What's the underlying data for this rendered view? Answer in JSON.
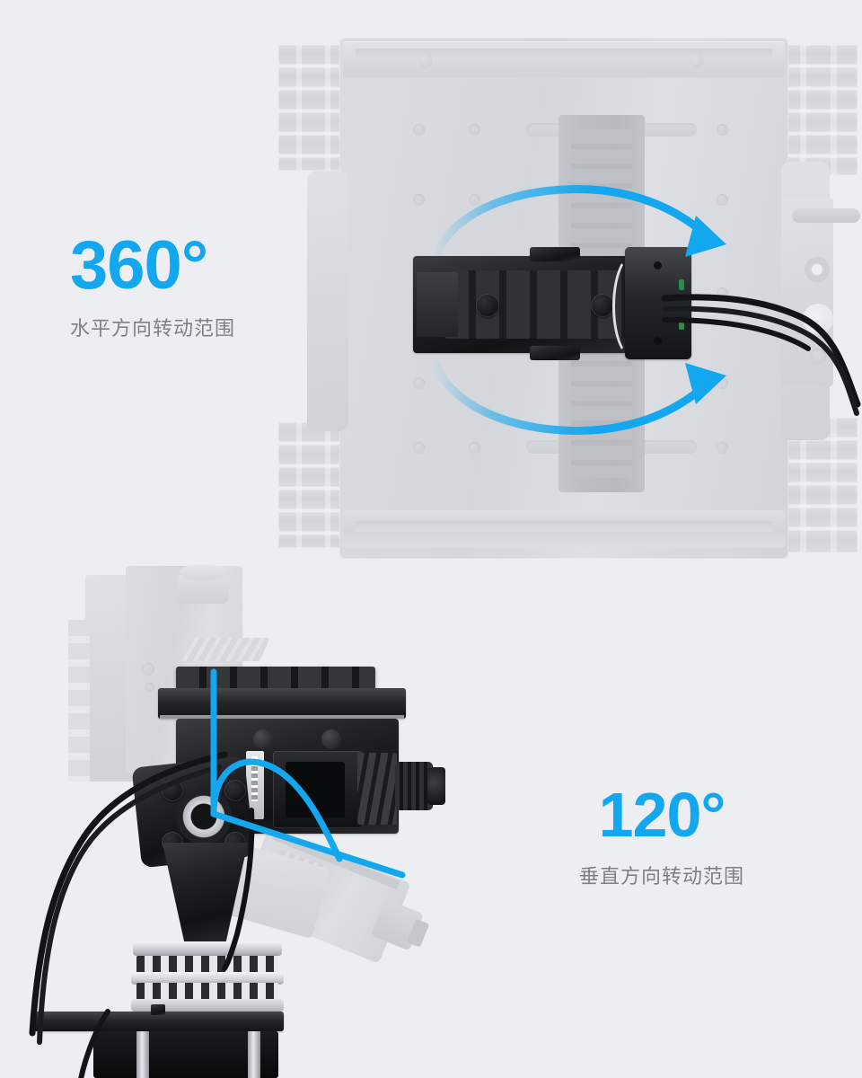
{
  "page": {
    "background_color": "#edeef2",
    "accent_color": "#12a7ef",
    "caption_color": "#7f8084"
  },
  "annotations": [
    {
      "id": "horizontal-rotation",
      "value": "360°",
      "caption": "水平方向转动范围",
      "icon": "circular-rotation-arrows-icon",
      "accent": "#12a7ef"
    },
    {
      "id": "vertical-rotation",
      "value": "120°",
      "caption": "垂直方向转动范围",
      "icon": "tilt-angle-indicator-icon",
      "accent": "#12a7ef"
    }
  ],
  "figures": {
    "top": {
      "name": "tank-chassis-top-view",
      "description": "top-down-view-of-tracked-robot-chassis-with-pan-tilt-camera",
      "rotation_indicator": "circular-double-arrow"
    },
    "bottom": {
      "name": "pan-tilt-side-view",
      "description": "side-view-of-pan-tilt-camera-module-on-bearing-and-stepper-motor",
      "rotation_indicator": "tilt-angle-wedge"
    }
  }
}
